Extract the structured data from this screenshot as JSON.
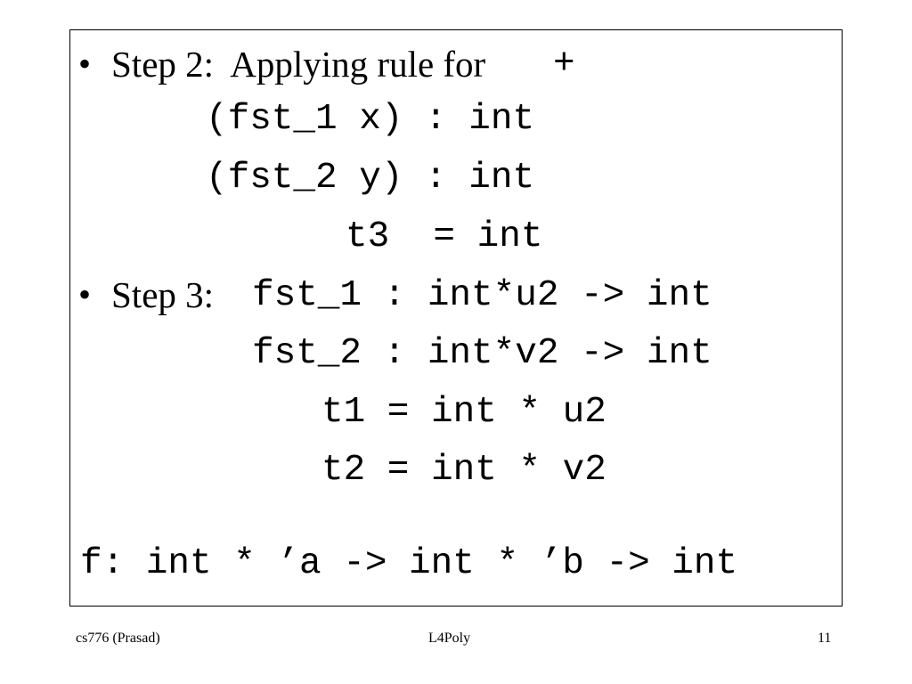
{
  "slide": {
    "bullets": [
      {
        "symbol": "•",
        "label": "Step 2:  Applying rule for",
        "code": "+"
      },
      {
        "symbol": "•",
        "label": "Step 3:",
        "code": "fst_1 : int*u2 -> int"
      }
    ],
    "step2_lines": [
      "(fst_1 x) : int",
      "(fst_2 y) : int",
      "t3  = int"
    ],
    "step3_lines": [
      "fst_2 : int*v2 -> int",
      "t1 = int * u2",
      "t2 = int * v2"
    ],
    "conclusion": "f: int * ’a -> int * ’b -> int"
  },
  "footer": {
    "left": "cs776 (Prasad)",
    "center": "L4Poly",
    "right": "11"
  }
}
